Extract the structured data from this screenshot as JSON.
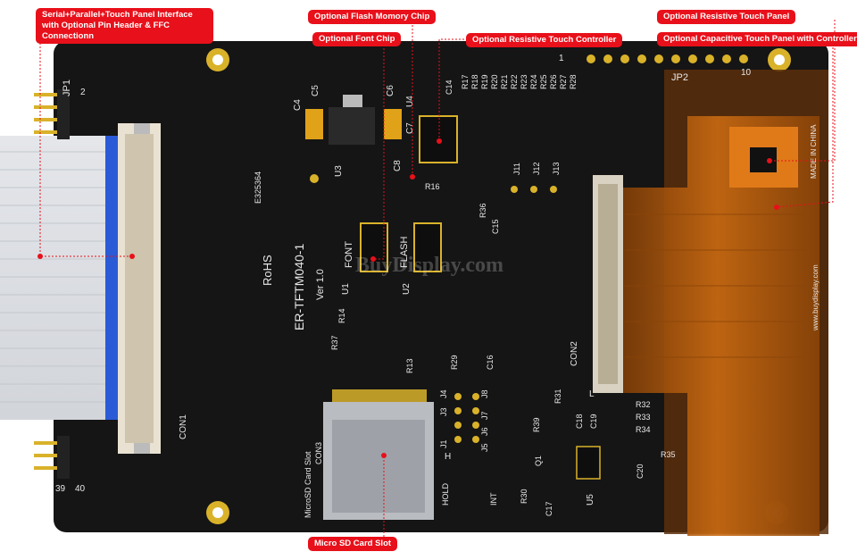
{
  "callouts": {
    "interface": "Serial+Parallel+Touch Panel Interface with Optional Pin Header & FFC Connectionn",
    "flash": "Optional Flash Momory Chip",
    "font": "Optional Font Chip",
    "rtp_controller": "Optional Resistive Touch Controller",
    "rtp_panel": "Optional Resistive Touch Panel",
    "ctp_panel": "Optional Capacitive Touch Panel with Controller",
    "sd": "Micro SD Card Slot"
  },
  "silkscreen": {
    "jp1": "JP1",
    "jp2": "JP2",
    "pin2": "2",
    "pin39": "39",
    "pin40": "40",
    "pin1": "1",
    "pin10": "10",
    "model": "ER-TFTM040-1",
    "version": "Ver 1.0",
    "rohs": "RoHS",
    "e_code": "E325364",
    "made_in": "MADE IN CHINA",
    "website": "www.buydisplay.com",
    "watermark": "BuyDisplay.com",
    "font": "FONT",
    "flash": "FLASH",
    "u1": "U1",
    "u2": "U2",
    "u3": "U3",
    "u4": "U4",
    "u5": "U5",
    "con1": "CON1",
    "con2": "CON2",
    "con3": "CON3",
    "sd_slot": "MicroSD Card Slot",
    "c4": "C4",
    "c5": "C5",
    "c6": "C6",
    "c7": "C7",
    "c8": "C8",
    "c14": "C14",
    "c15": "C15",
    "c16": "C16",
    "c17": "C17",
    "c18": "C18",
    "c19": "C19",
    "c20": "C20",
    "r13": "R13",
    "r14": "R14",
    "r16": "R16",
    "r29": "R29",
    "r30": "R30",
    "r31": "R31",
    "r32": "R32",
    "r33": "R33",
    "r34": "R34",
    "r35": "R35",
    "r36": "R36",
    "r37": "R37",
    "r39": "R39",
    "j1": "J1",
    "j3": "J3",
    "j4": "J4",
    "j5": "J5",
    "j6": "J6",
    "j7": "J7",
    "j8": "J8",
    "j11": "J11",
    "j12": "J12",
    "j13": "J13",
    "hold": "HOLD",
    "int": "INT",
    "h": "H",
    "l": "L",
    "q1": "Q1",
    "r_column": [
      "R17",
      "R18",
      "R19",
      "R20",
      "R21",
      "R22",
      "R23",
      "R24",
      "R25",
      "R26",
      "R27",
      "R28"
    ]
  },
  "colors": {
    "callout": "#e8101a",
    "pcb": "#151515",
    "pads": "#d9b22a",
    "fpc": "#c96a12"
  }
}
